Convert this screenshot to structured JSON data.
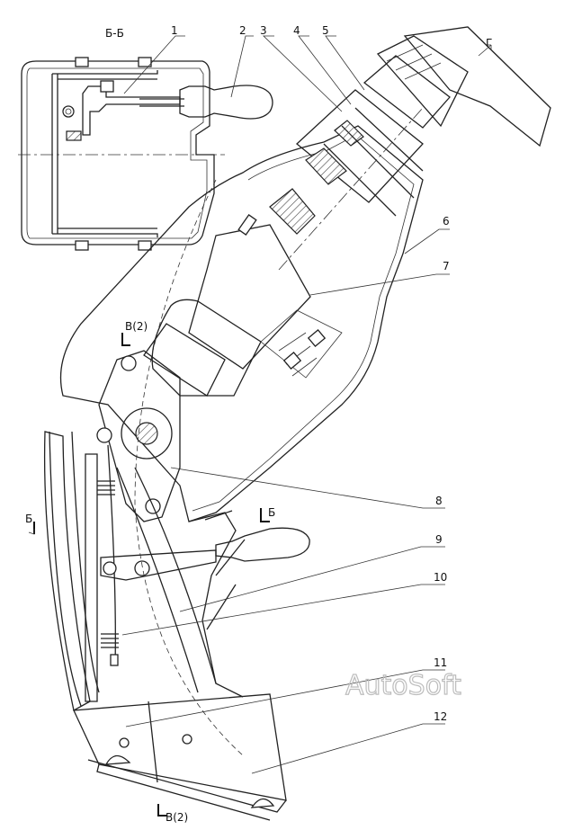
{
  "section_labels": {
    "section_bb": "Б-Б",
    "cut_b_left": "Б",
    "cut_b_right": "Б",
    "cut_v_top": "В(2)",
    "cut_v_bottom": "В(2)",
    "view_g": "Г"
  },
  "callouts": [
    "1",
    "2",
    "3",
    "4",
    "5",
    "6",
    "7",
    "8",
    "9",
    "10",
    "11",
    "12"
  ],
  "watermark": "AutoSoft"
}
